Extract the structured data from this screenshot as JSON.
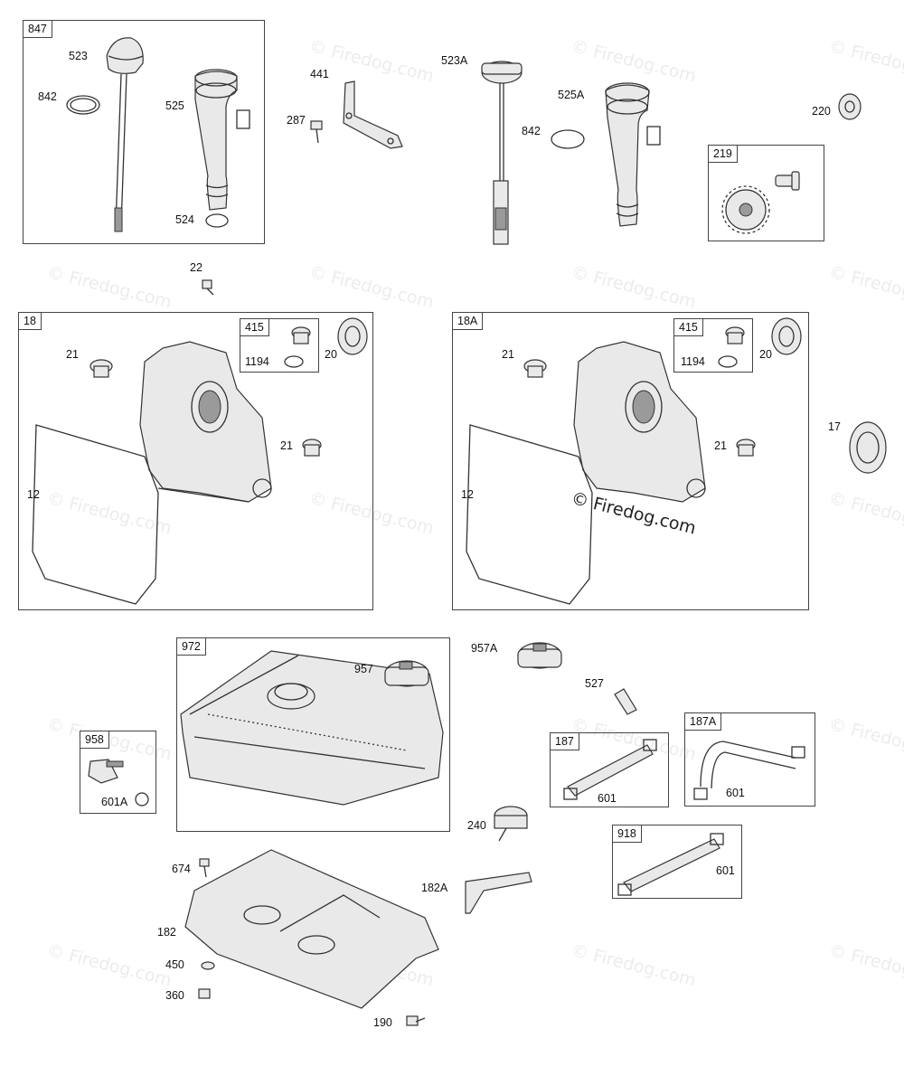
{
  "watermark": "© Firedog.com",
  "groups": [
    {
      "id": "g847",
      "tag": "847"
    },
    {
      "id": "g219",
      "tag": "219"
    },
    {
      "id": "g18",
      "tag": "18"
    },
    {
      "id": "g415a",
      "tag": "415"
    },
    {
      "id": "g18a",
      "tag": "18A"
    },
    {
      "id": "g415b",
      "tag": "415"
    },
    {
      "id": "g972",
      "tag": "972"
    },
    {
      "id": "g958",
      "tag": "958"
    },
    {
      "id": "g187",
      "tag": "187"
    },
    {
      "id": "g187a",
      "tag": "187A"
    },
    {
      "id": "g918",
      "tag": "918"
    }
  ],
  "labels": [
    "523",
    "842",
    "525",
    "524",
    "441",
    "287",
    "523A",
    "842",
    "525A",
    "220",
    "22",
    "21",
    "1194",
    "20",
    "21",
    "12",
    "21",
    "1194",
    "20",
    "21",
    "12",
    "17",
    "957",
    "957A",
    "527",
    "601A",
    "601",
    "601",
    "240",
    "674",
    "182A",
    "601",
    "182",
    "450",
    "360",
    "190"
  ]
}
